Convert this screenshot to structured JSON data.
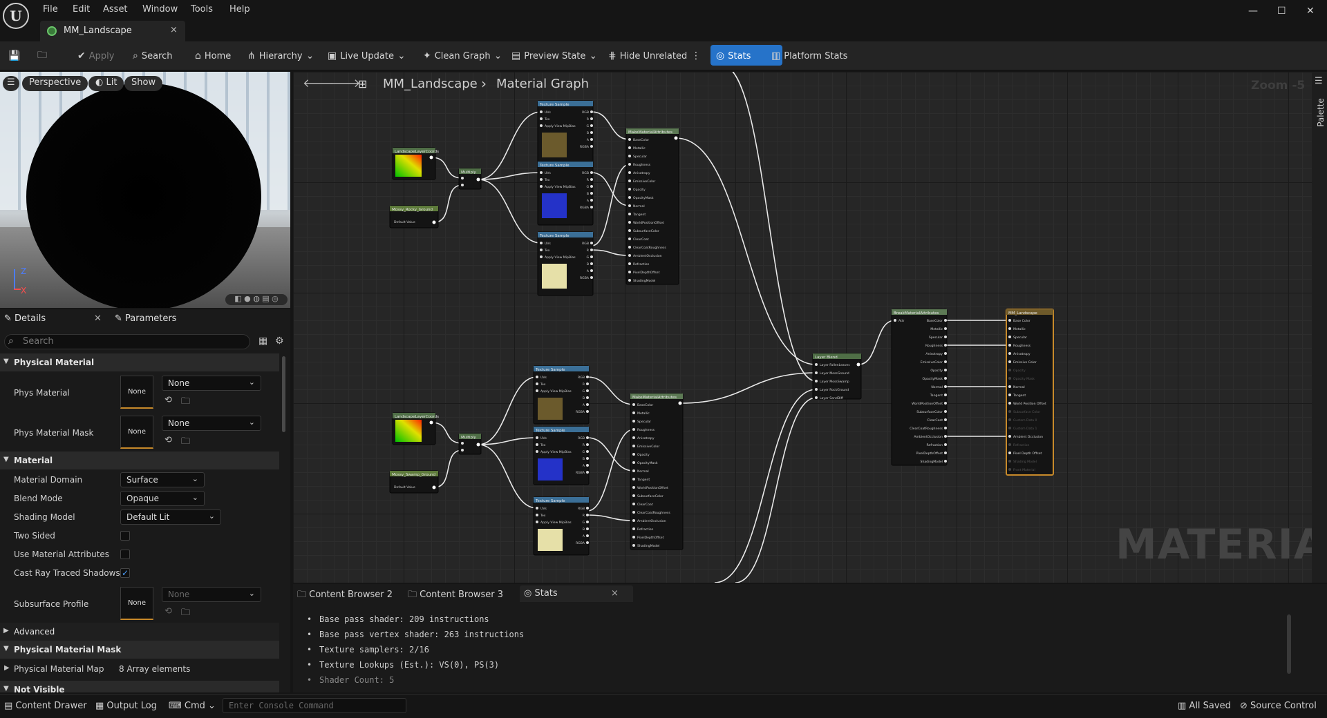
{
  "app": {
    "logo": "U",
    "logo_icon": "unreal-engine-logo"
  },
  "menu": [
    "File",
    "Edit",
    "Asset",
    "Window",
    "Tools",
    "Help"
  ],
  "document_tab": {
    "title": "MM_Landscape",
    "close": "×"
  },
  "toolbar": {
    "apply": "Apply",
    "search": "Search",
    "home": "Home",
    "hierarchy": "Hierarchy",
    "live_update": "Live Update",
    "clean_graph": "Clean Graph",
    "preview_state": "Preview State",
    "hide_unrelated": "Hide Unrelated",
    "stats": "Stats",
    "platform_stats": "Platform Stats"
  },
  "viewport": {
    "perspective": "Perspective",
    "lit": "Lit",
    "show": "Show",
    "axis_z": "Z",
    "axis_x": "X"
  },
  "details": {
    "tab_details": "Details",
    "tab_parameters": "Parameters",
    "search_placeholder": "Search",
    "categories": {
      "physical_material": "Physical Material",
      "material": "Material",
      "advanced": "Advanced",
      "physical_material_mask": "Physical Material Mask",
      "not_visible": "Not Visible"
    },
    "props": {
      "phys_material": "Phys Material",
      "phys_material_mask": "Phys Material Mask",
      "material_domain": "Material Domain",
      "blend_mode": "Blend Mode",
      "shading_model": "Shading Model",
      "two_sided": "Two Sided",
      "use_material_attributes": "Use Material Attributes",
      "cast_ray_traced_shadows": "Cast Ray Traced Shadows",
      "subsurface_profile": "Subsurface Profile",
      "physical_material_map": "Physical Material Map"
    },
    "values": {
      "none": "None",
      "material_domain": "Surface",
      "blend_mode": "Opaque",
      "shading_model": "Default Lit",
      "physical_material_map": "8 Array elements",
      "cast_ray_traced_shadows": "✓"
    }
  },
  "graph": {
    "breadcrumb_root": "MM_Landscape",
    "breadcrumb_sep": "›",
    "breadcrumb_current": "Material Graph",
    "zoom": "Zoom -5",
    "watermark": "MATERIAL",
    "palette": "Palette",
    "nodes": {
      "layer_coords": "LandscapeLayerCoords",
      "multiply": "Multiply",
      "scalar_param_1": "Mossy_Rocky_Ground",
      "scalar_param_2": "Mossy_Swamp_Ground",
      "default_value": "Default Value",
      "texture_sample": "Texture Sample",
      "make_material_attributes": "MakeMaterialAttributes",
      "layer_blend": "Layer Blend",
      "break_material_attributes": "BreakMaterialAttributes",
      "result": "MM_Landscape"
    },
    "pins_tex": [
      "UVs",
      "Tex",
      "Apply View MipBias"
    ],
    "pins_tex_out": [
      "RGB",
      "R",
      "G",
      "B",
      "A",
      "RGBA"
    ],
    "pins_make": [
      "BaseColor",
      "Metallic",
      "Specular",
      "Roughness",
      "Anisotropy",
      "EmissiveColor",
      "Opacity",
      "OpacityMask",
      "Normal",
      "Tangent",
      "WorldPositionOffset",
      "SubsurfaceColor",
      "ClearCoat",
      "ClearCoatRoughness",
      "AmbientOcclusion",
      "Refraction",
      "PixelDepthOffset",
      "ShadingModel"
    ],
    "pins_blend": [
      "Layer FallenLeaves",
      "Layer MossGround",
      "Layer MossSwamp",
      "Layer RockGround",
      "Layer SandDiff"
    ],
    "pins_result": [
      "Base Color",
      "Metallic",
      "Specular",
      "Roughness",
      "Anisotropy",
      "Emissive Color",
      "Opacity",
      "Opacity Mask",
      "Normal",
      "Tangent",
      "World Position Offset",
      "Subsurface Color",
      "Custom Data 0",
      "Custom Data 1",
      "Ambient Occlusion",
      "Refraction",
      "Pixel Depth Offset",
      "Shading Model",
      "Front Material"
    ],
    "attr_in": "Attr"
  },
  "bottom": {
    "tab_cb2": "Content Browser 2",
    "tab_cb3": "Content Browser 3",
    "tab_stats": "Stats",
    "close": "×",
    "lines": [
      "Base pass shader: 209 instructions",
      "Base pass vertex shader: 263 instructions",
      "Texture samplers: 2/16",
      "Texture Lookups (Est.): VS(0), PS(3)",
      "Shader Count: 5"
    ]
  },
  "statusbar": {
    "content_drawer": "Content Drawer",
    "output_log": "Output Log",
    "cmd": "Cmd",
    "console_placeholder": "Enter Console Command",
    "all_saved": "All Saved",
    "source_control": "Source Control"
  },
  "colors": {
    "accent": "#2673c9",
    "result_border": "#c88a2a",
    "node_header_tex": "#3b6f97",
    "node_header_make": "#5d7a55"
  }
}
